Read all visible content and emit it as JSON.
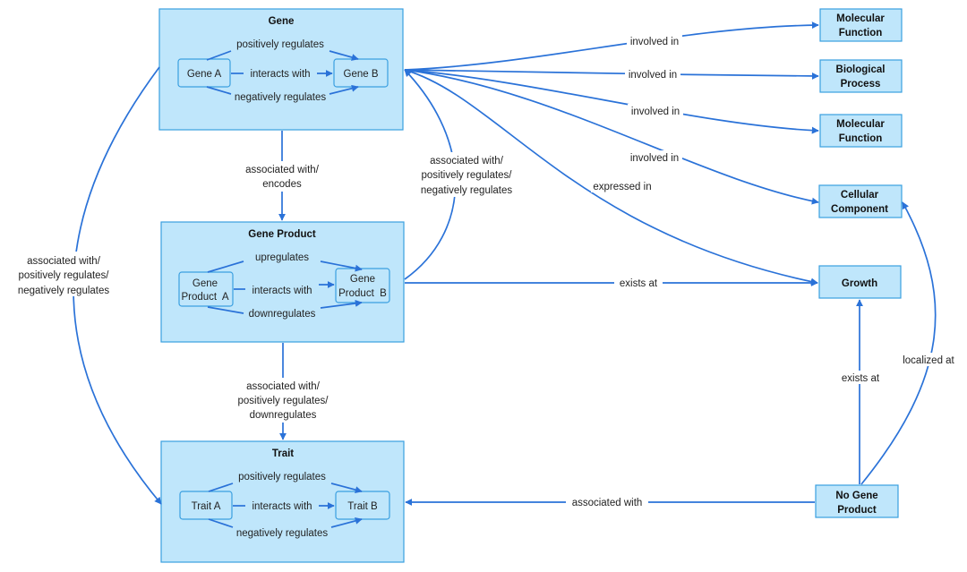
{
  "colors": {
    "box_fill": "#bfe6fb",
    "box_stroke": "#3a9fe0",
    "arrow": "#2a72d8"
  },
  "groups": {
    "gene": {
      "title": "Gene",
      "node_a": "Gene A",
      "node_b": "Gene B",
      "top_edge": "positively regulates",
      "mid_edge": "interacts with",
      "bottom_edge": "negatively regulates"
    },
    "gene_product": {
      "title": "Gene Product",
      "node_a": [
        "Gene",
        "Product  A"
      ],
      "node_b": [
        "Gene",
        "Product  B"
      ],
      "top_edge": "upregulates",
      "mid_edge": "interacts with",
      "bottom_edge": "downregulates"
    },
    "trait": {
      "title": "Trait",
      "node_a": "Trait A",
      "node_b": "Trait B",
      "top_edge": "positively regulates",
      "mid_edge": "interacts with",
      "bottom_edge": "negatively regulates"
    }
  },
  "nodes": {
    "molecular_function_1": [
      "Molecular",
      "Function"
    ],
    "biological_process": [
      "Biological",
      "Process"
    ],
    "molecular_function_2": [
      "Molecular",
      "Function"
    ],
    "cellular_component": [
      "Cellular",
      "Component"
    ],
    "growth": [
      "Growth"
    ],
    "no_gene_product": [
      "No Gene",
      "Product"
    ]
  },
  "edges": {
    "gene_to_gene_product": [
      "associated with/",
      "encodes"
    ],
    "gene_product_to_trait": [
      "associated with/",
      "positively regulates/",
      "downregulates"
    ],
    "gene_to_trait": [
      "associated with/",
      "positively regulates/",
      "negatively regulates"
    ],
    "gene_product_to_gene": [
      "associated with/",
      "positively regulates/",
      "negatively regulates"
    ],
    "involved_in_1": "involved in",
    "involved_in_2": "involved in",
    "involved_in_3": "involved in",
    "involved_in_4": "involved in",
    "expressed_in": "expressed in",
    "exists_at_gene_product": "exists at",
    "exists_at_no_gene_product": "exists at",
    "localized_at": "localized at",
    "associated_with_no_gene_product": "associated with"
  }
}
